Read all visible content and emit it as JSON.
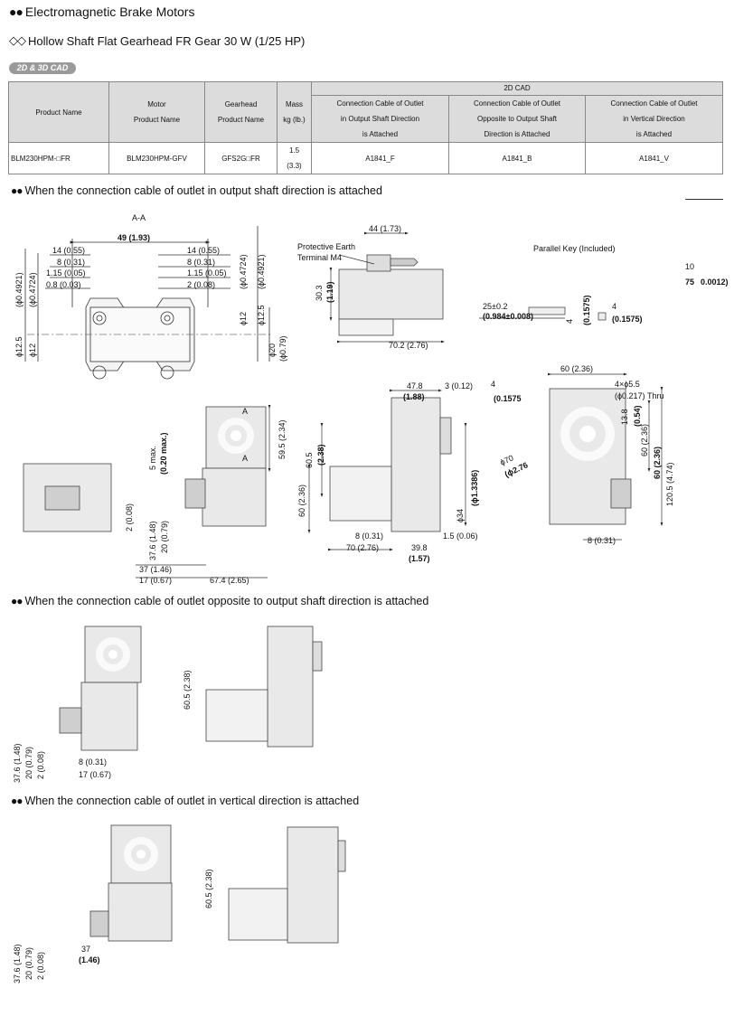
{
  "header": {
    "bullets_main": "●●",
    "title": "Electromagnetic Brake Motors",
    "bullets_sub": "◇◇",
    "subtitle": "Hollow Shaft Flat Gearhead FR Gear 30 W (1/25 HP)",
    "badge": "2D & 3D CAD"
  },
  "table": {
    "cad_header": "2D CAD",
    "columns": {
      "product_name": "Product Name",
      "motor_l1": "Motor",
      "motor_l2": "Product Name",
      "gear_l1": "Gearhead",
      "gear_l2": "Product Name",
      "mass_l1": "Mass",
      "mass_l2": "kg (lb.)",
      "c1_l1": "Connection Cable of Outlet",
      "c1_l2": "in Output Shaft Direction",
      "c1_l3": "is Attached",
      "c2_l1": "Connection Cable of Outlet",
      "c2_l2": "Opposite to Output Shaft",
      "c2_l3": "Direction is Attached",
      "c3_l1": "Connection Cable of Outlet",
      "c3_l2": "in Vertical Direction",
      "c3_l3": "is Attached"
    },
    "row": {
      "product": "BLM230HPM-□FR",
      "motor": "BLM230HPM-GFV",
      "gearhead": "GFS2G□FR",
      "mass_kg": "1.5",
      "mass_lb": "(3.3)",
      "cad1": "A1841_F",
      "cad2": "A1841_B",
      "cad3": "A1841_V"
    }
  },
  "sections": {
    "bullets": "●●",
    "s1": "When the connection cable of outlet in output shaft direction is attached",
    "s2": "When the connection cable of outlet opposite to output shaft direction is attached",
    "s3": "When the connection cable of outlet in vertical direction is attached"
  },
  "drawing1": {
    "aa": "A-A",
    "d49": "49 (1.93)",
    "d14l": "14 (0.55)",
    "d8l": "8 (0.31)",
    "d115l": "1.15 (0.05)",
    "d08l": "0.8 (0.03)",
    "d14r": "14 (0.55)",
    "d8r": "8 (0.31)",
    "d115r": "1.15 (0.05)",
    "d2r": "2 (0.08)",
    "d20": "ϕ20",
    "d079": "(ϕ0.79)",
    "dia125a": "ϕ12.5",
    "dia12a": "ϕ12",
    "dia4921": "(ϕ0.4921)",
    "dia4724": "(ϕ0.4724)",
    "pe1": "Protective Earth",
    "pe2": "Terminal M4",
    "d44": "44 (1.73)",
    "d303a": "30.3",
    "d303b": "(1.19)",
    "d702": "70.2 (2.76)",
    "pk": "Parallel Key (Included)",
    "k25": "25±0.2",
    "k0984": "(0.984±0.008)",
    "k4": "4",
    "k01575": "(0.1575)",
    "k4b": "4",
    "k01575b": "(0.1575)",
    "k10": "10",
    "k75": "75",
    "k0012": "0.0012)",
    "d478": "47.8",
    "d188": "(1.88)",
    "d3": "3 (0.12)",
    "d605": "60.5",
    "d238": "(2.38)",
    "d60v": "60 (2.36)",
    "d34": "ϕ34",
    "d13386": "(ϕ1.3386)",
    "d8b": "8 (0.31)",
    "d70": "70 (2.76)",
    "d398": "39.8",
    "d157": "(1.57)",
    "d15": "1.5 (0.06)",
    "d595": "59.5 (2.34)",
    "d5max": "5 max.",
    "d020max": "(0.20 max.)",
    "d376": "37.6 (1.48)",
    "d20v": "20 (0.79)",
    "d2v": "2 (0.08)",
    "d37b": "37 (1.46)",
    "d17": "17 (0.67)",
    "d674": "67.4 (2.65)",
    "d2side": "2 (0.08)",
    "a_label": "A",
    "d4top": "4",
    "d01575f": "(0.1575",
    "d60h": "60 (2.36)",
    "d455": "4×ϕ5.5",
    "d0217": "(ϕ0.217) Thru",
    "d138": "13.8",
    "d054": "(0.54)",
    "d60r": "60 (2.36)",
    "d1205": "120.5 (4.74)",
    "d70dia": "ϕ70",
    "d276dia": "(ϕ2.76",
    "d8r2": "8 (0.31)"
  },
  "drawing2": {
    "d605": "60.5 (2.38)",
    "d376": "37.6 (1.48)",
    "d20": "20 (0.79)",
    "d2": "2 (0.08)",
    "d8": "8 (0.31)",
    "d17": "17 (0.67)"
  },
  "drawing3": {
    "d605": "60.5 (2.38)",
    "d376": "37.6 (1.48)",
    "d20": "20 (0.79)",
    "d2": "2 (0.08)",
    "d37": "37",
    "d146": "(1.46)"
  }
}
